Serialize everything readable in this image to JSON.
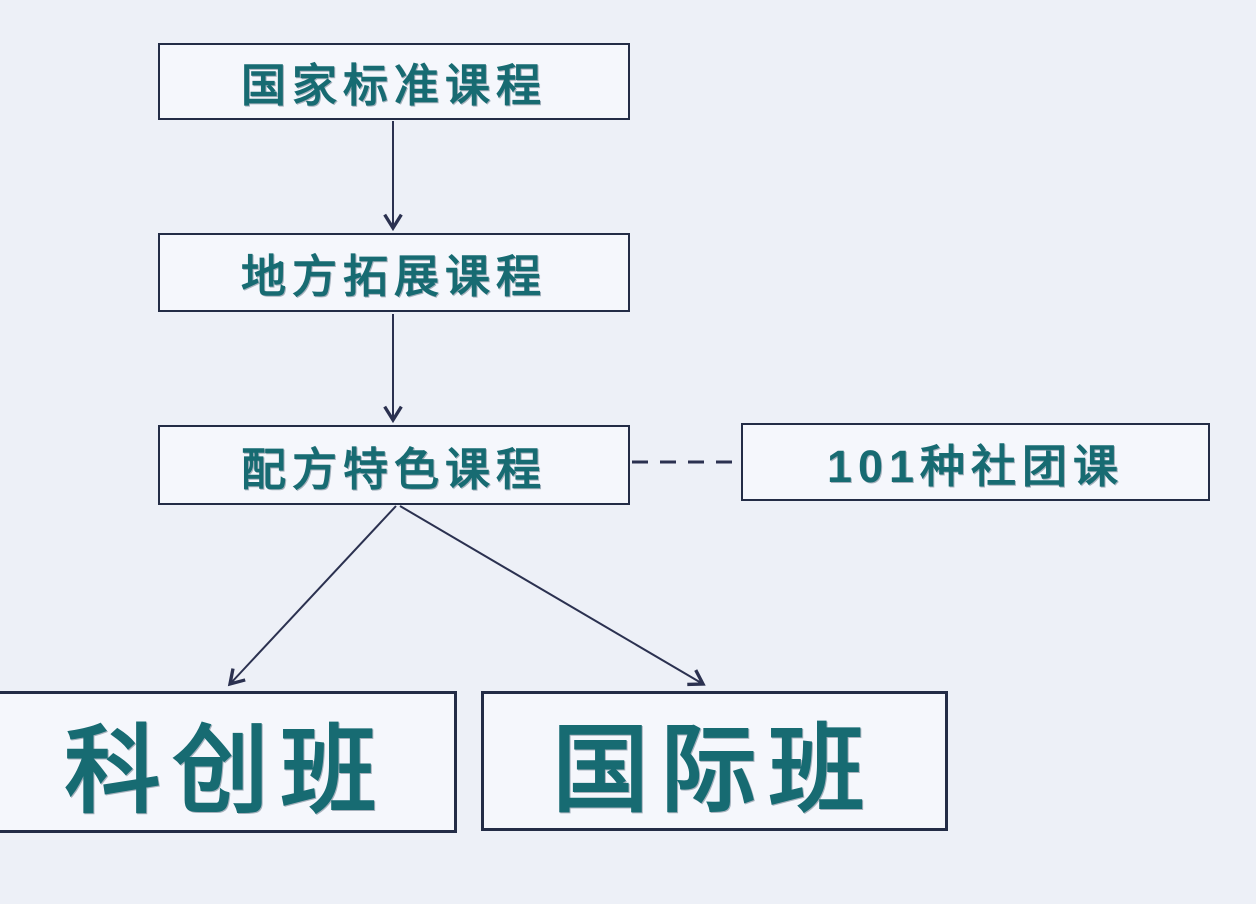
{
  "diagram": {
    "type": "flowchart",
    "nodes": [
      {
        "id": "national",
        "label": "国家标准课程"
      },
      {
        "id": "local",
        "label": "地方拓展课程"
      },
      {
        "id": "formula",
        "label": "配方特色课程"
      },
      {
        "id": "clubs",
        "label": "101种社团课"
      },
      {
        "id": "scitech",
        "label": "科创班"
      },
      {
        "id": "international",
        "label": "国际班"
      }
    ],
    "edges": [
      {
        "from": "national",
        "to": "local",
        "style": "solid-arrow",
        "direction": "down"
      },
      {
        "from": "local",
        "to": "formula",
        "style": "solid-arrow",
        "direction": "down"
      },
      {
        "from": "formula",
        "to": "clubs",
        "style": "dashed-line",
        "direction": "right"
      },
      {
        "from": "formula",
        "to": "scitech",
        "style": "solid-arrow",
        "direction": "down-left"
      },
      {
        "from": "formula",
        "to": "international",
        "style": "solid-arrow",
        "direction": "down-right"
      }
    ],
    "colors": {
      "background": "#edf0f7",
      "box_fill": "#f5f7fc",
      "box_border": "#232c46",
      "text": "#176b72",
      "connector": "#2b3150"
    }
  }
}
